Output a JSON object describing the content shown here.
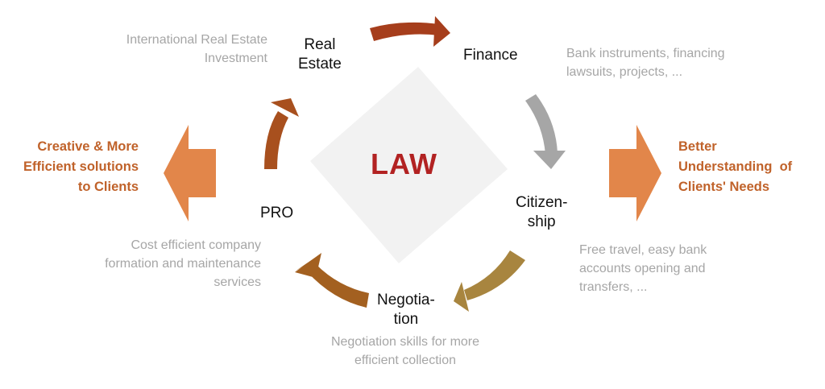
{
  "center": {
    "label": "LAW"
  },
  "nodes": {
    "real_estate": "Real\nEstate",
    "finance": "Finance",
    "citizenship": "Citizen-\nship",
    "negotiation": "Negotia-\ntion",
    "pro": "PRO"
  },
  "descriptions": {
    "real_estate": "International Real Estate\nInvestment",
    "finance": "Bank instruments, financing\nlawsuits, projects, ...",
    "citizenship": "Free travel, easy bank\naccounts opening and\ntransfers, ...",
    "negotiation": "Negotiation skills for more\nefficient collection",
    "pro": "Cost efficient company\nformation and maintenance\nservices"
  },
  "outcomes": {
    "left": "Creative & More\nEfficient solutions\nto Clients",
    "right": "Better\nUnderstanding  of\nClients' Needs"
  },
  "colors": {
    "arrow_top": "#a63e1c",
    "arrow_left": "#a8501e",
    "arrow_gray": "#a6a6a6",
    "arrow_br": "#a8853f",
    "arrow_bl": "#a36020",
    "big_arrow": "#e2864a",
    "diamond": "#f2f2f2"
  }
}
